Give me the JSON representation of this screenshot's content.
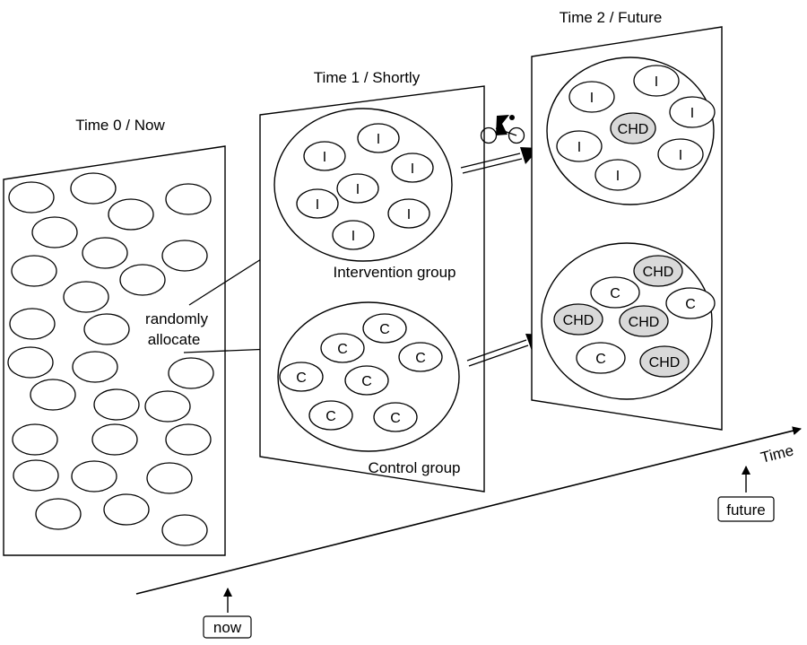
{
  "panels": {
    "time0": "Time 0 / Now",
    "time1": "Time 1 / Shortly",
    "time2": "Time 2 / Future"
  },
  "groups": {
    "intervention": "Intervention group",
    "control": "Control group"
  },
  "allocate": {
    "line1": "randomly",
    "line2": "allocate"
  },
  "markers": {
    "intervention": "I",
    "control": "C",
    "disease": "CHD"
  },
  "timeline": {
    "axis_label": "Time",
    "now": "now",
    "future": "future"
  },
  "colors": {
    "stroke": "#000000",
    "disease_fill": "#d9d9d9",
    "background": "#ffffff"
  },
  "icons": [
    "cyclist-icon"
  ]
}
